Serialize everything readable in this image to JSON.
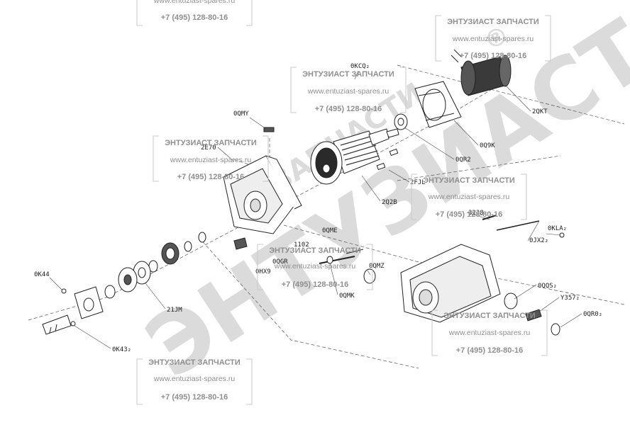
{
  "diagram": {
    "part_labels": {
      "p_0kcq": "0KCQ₂",
      "p_0qmy": "0QMY",
      "p_2qkt": "2QKT",
      "p_2e70": "2E70",
      "p_0q9k": "0Q9K",
      "p_0qr2": "0QR2",
      "p_2fjl": "2FJL",
      "p_2q2b": "2Q2B",
      "p_3238": "3238",
      "p_0qme": "0QME",
      "p_0kla": "0KLA₂",
      "p_0jx2": "0JX2₂",
      "p_1102": "1102",
      "p_0qgr": "0QGR",
      "p_0hx9": "0HX9",
      "p_0qmz": "0QMZ",
      "p_0qmk": "0QMK",
      "p_0k44": "0K44",
      "p_21jm": "21JM",
      "p_0qqs": "0QQS₂",
      "p_y357": "Y357₂",
      "p_0qr0": "0QR0₂",
      "p_0k43": "0K43₂"
    }
  },
  "watermarks": [
    {
      "title": "ЭНТУЗИАСТ ЗАПЧАСТИ",
      "url": "www.entuziast-spares.ru",
      "phone": "+7 (495) 128-80-16"
    },
    {
      "title": "ЭНТУЗИАСТ ЗАПЧАСТИ",
      "url": "www.entuziast-spares.ru",
      "phone": "+7 (495) 128-80-16"
    },
    {
      "title": "ЭНТУЗИАСТ ЗАПЧАСТИ",
      "url": "www.entuziast-spares.ru",
      "phone": "+7 (495) 128-80-16"
    },
    {
      "title": "ЭНТУЗИАСТ ЗАПЧАСТИ",
      "url": "www.entuziast-spares.ru",
      "phone": "+7 (495) 128-80-16"
    },
    {
      "title": "ЭНТУЗИАСТ ЗАПЧАСТИ",
      "url": "www.entuziast-spares.ru",
      "phone": "+7 (495) 128-80-16"
    },
    {
      "title": "ЭНТУЗИАСТ ЗАПЧАСТИ",
      "url": "www.entuziast-spares.ru",
      "phone": "+7 (495) 128-80-16"
    },
    {
      "title": "ЭНТУЗИАСТ ЗАПЧАСТИ",
      "url": "www.entuziast-spares.ru",
      "phone": "+7 (495) 128-80-16"
    }
  ],
  "big_watermark": {
    "main": "ЭНТУЗИАСТ",
    "sub": "ЗАПЧАСТИ",
    "mark": "®"
  }
}
